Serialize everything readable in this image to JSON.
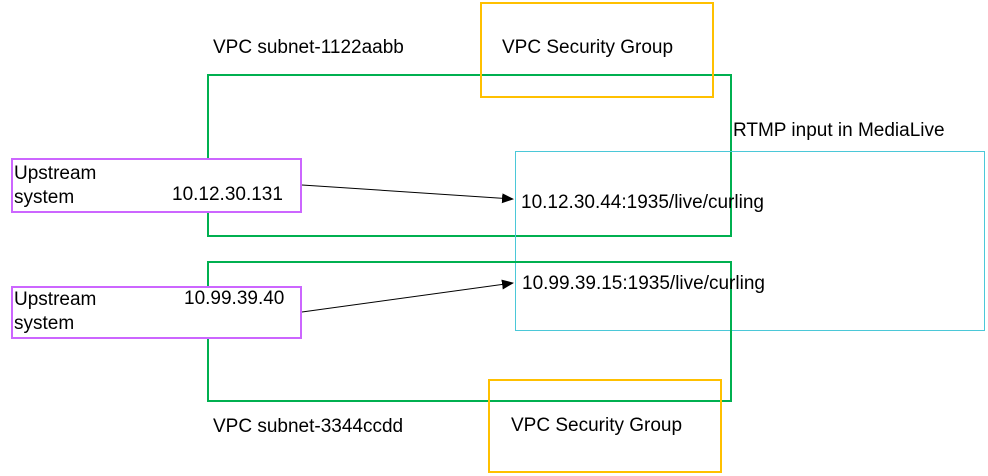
{
  "colors": {
    "subnet": "#00b050",
    "security_group": "#ffc000",
    "upstream": "#cc66ff",
    "medialive": "#4bc8d8",
    "arrow": "#000000"
  },
  "subnet_top": {
    "label": "VPC subnet-1122aabb"
  },
  "subnet_bottom": {
    "label": "VPC subnet-3344ccdd"
  },
  "security_group_top": {
    "label": "VPC Security Group"
  },
  "security_group_bottom": {
    "label": "VPC Security Group"
  },
  "medialive": {
    "label": "RTMP input in MediaLive",
    "endpoint_1": "10.12.30.44:1935/live/curling",
    "endpoint_2": "10.99.39.15:1935/live/curling"
  },
  "upstream_1": {
    "name_line1": "Upstream",
    "name_line2": "system",
    "ip": "10.12.30.131"
  },
  "upstream_2": {
    "name_line1": "Upstream",
    "name_line2": "system",
    "ip": "10.99.39.40"
  }
}
